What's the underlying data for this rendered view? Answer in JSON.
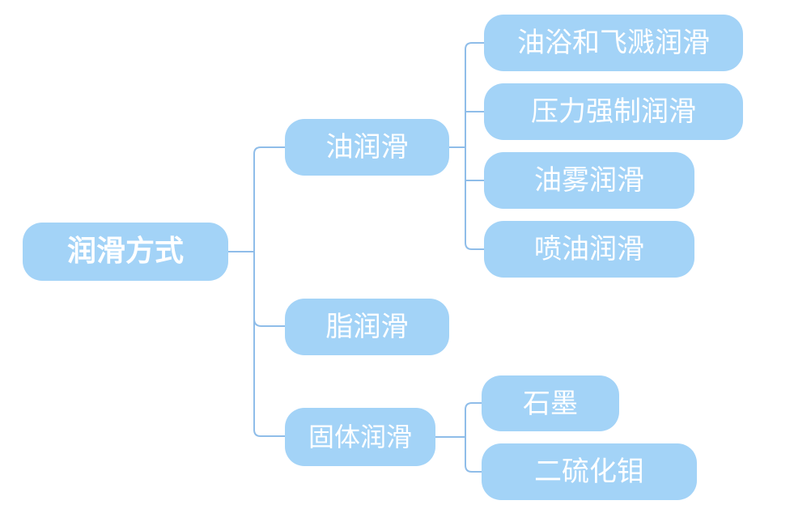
{
  "diagram": {
    "type": "mindmap-tree",
    "background_color": "#FFFFFF",
    "node_fill_color": "#A3D3F7",
    "node_text_color": "#FFFFFF",
    "connector_color": "#8FBDE9",
    "root": {
      "label": "润滑方式",
      "children": [
        {
          "label": "油润滑",
          "children": [
            {
              "label": "油浴和飞溅润滑"
            },
            {
              "label": "压力强制润滑"
            },
            {
              "label": "油雾润滑"
            },
            {
              "label": "喷油润滑"
            }
          ]
        },
        {
          "label": "脂润滑",
          "children": []
        },
        {
          "label": "固体润滑",
          "children": [
            {
              "label": "石墨"
            },
            {
              "label": "二硫化钼"
            }
          ]
        }
      ]
    }
  }
}
